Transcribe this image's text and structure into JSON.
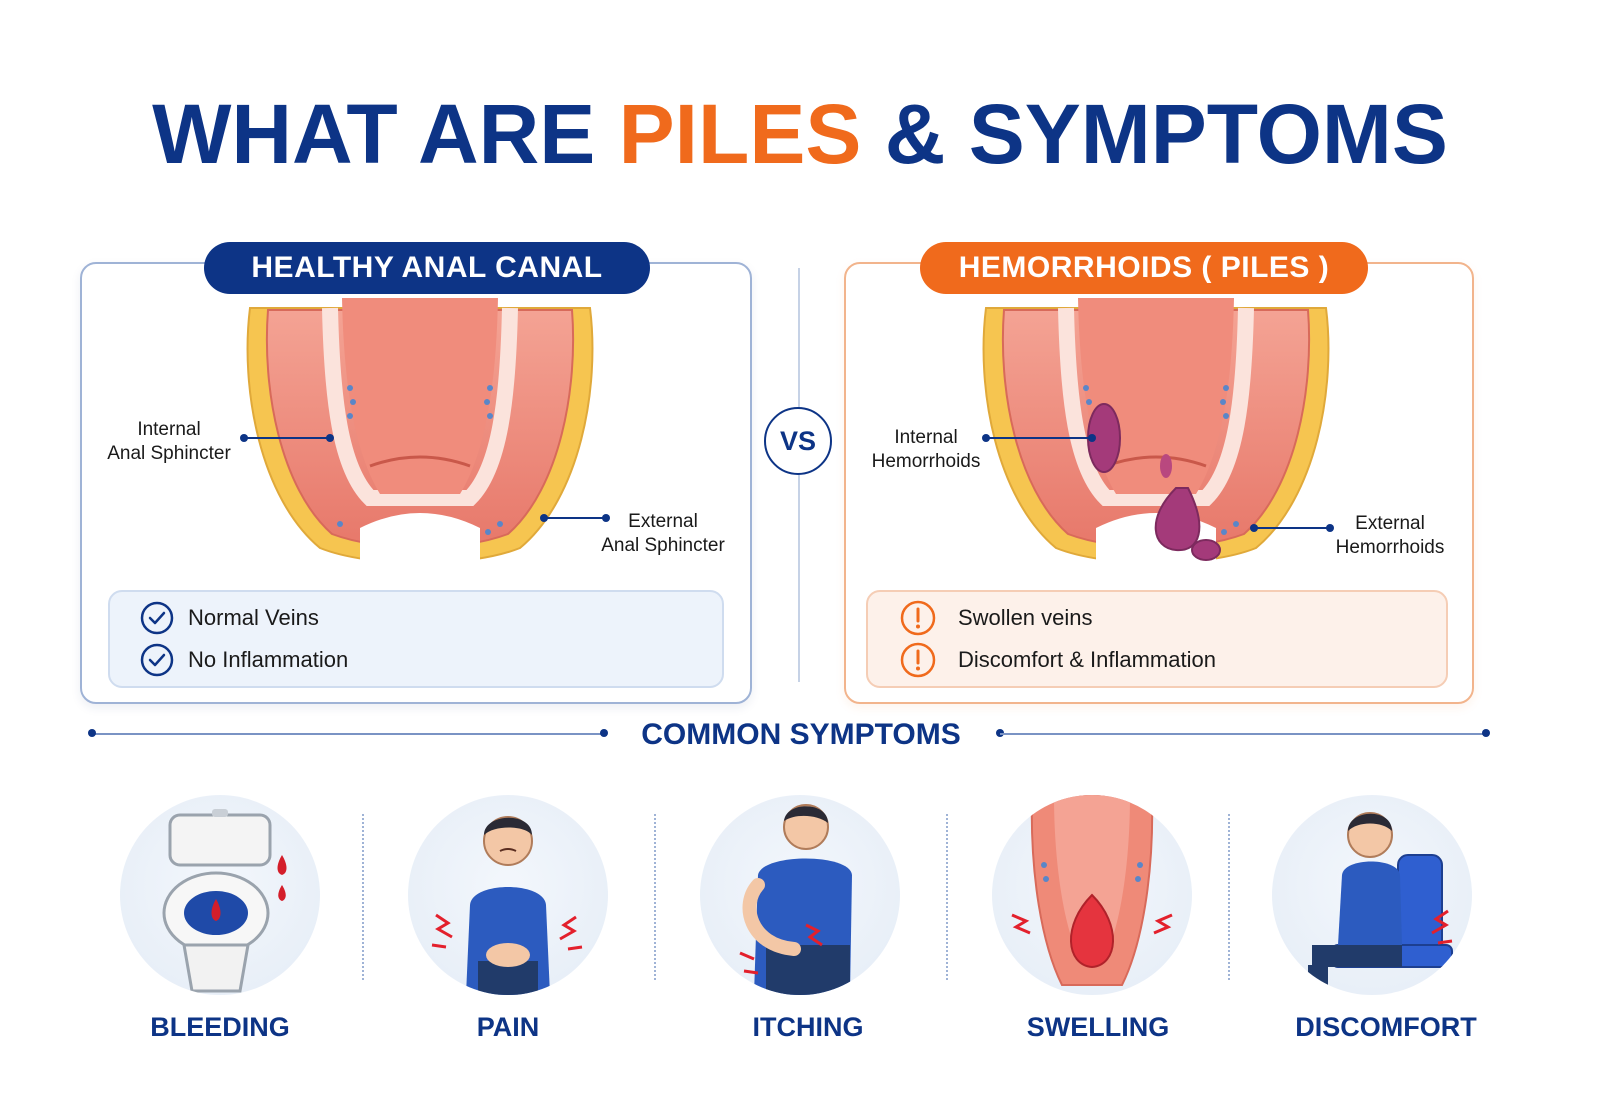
{
  "title": {
    "part1": "WHAT ARE ",
    "accent": "PILES",
    "part2": " & SYMPTOMS"
  },
  "healthy": {
    "heading": "HEALTHY ANAL CANAL",
    "label_internal_1": "Internal",
    "label_internal_2": "Anal Sphincter",
    "label_external_1": "External",
    "label_external_2": "Anal Sphincter",
    "points": [
      "Normal Veins",
      "No Inflammation"
    ]
  },
  "vs": "VS",
  "piles": {
    "heading": "HEMORRHOIDS ( PILES )",
    "label_internal_1": "Internal",
    "label_internal_2": "Hemorrhoids",
    "label_external_1": "External",
    "label_external_2": "Hemorrhoids",
    "points": [
      "Swollen veins",
      "Discomfort & Inflammation"
    ]
  },
  "symptoms_title": "COMMON SYMPTOMS",
  "symptoms": [
    "BLEEDING",
    "PAIN",
    "ITCHING",
    "SWELLING",
    "DISCOMFORT"
  ],
  "colors": {
    "navy": "#0d3486",
    "orange": "#f06a1c",
    "tissue": "#ef8a78",
    "fat": "#f6c550",
    "vein": "#a43a7a"
  }
}
